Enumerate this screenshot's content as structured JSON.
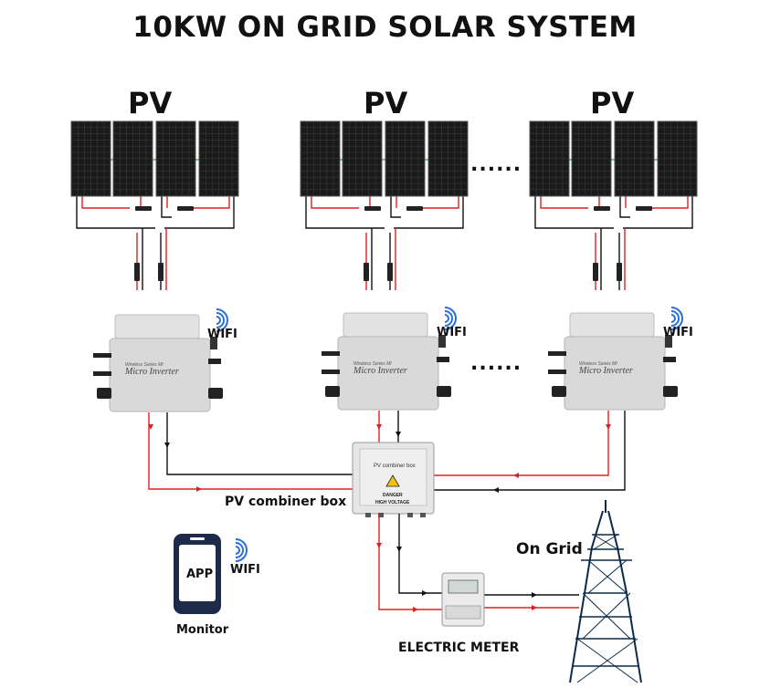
{
  "title": "10KW ON GRID SOLAR SYSTEM",
  "pv_groups": [
    {
      "label": "PV",
      "wifi_label": "WIFI",
      "inverter_text": "Micro Inverter",
      "inverter_subtext": "Wireless Series MI"
    },
    {
      "label": "PV",
      "wifi_label": "WIFI",
      "inverter_text": "Micro Inverter",
      "inverter_subtext": "Wireless Series MI"
    },
    {
      "label": "PV",
      "wifi_label": "WIFI",
      "inverter_text": "Micro Inverter",
      "inverter_subtext": "Wireless Series MI"
    }
  ],
  "ellipsis": "......",
  "combiner_box": {
    "label": "PV combiner box",
    "panel_title": "PV combiner box",
    "warning_line1": "DANGER",
    "warning_line2": "HIGH VOLTAGE"
  },
  "app": {
    "screen_text": "APP",
    "label": "Monitor",
    "wifi_label": "WIFI"
  },
  "grid": {
    "label": "On Grid"
  },
  "meter": {
    "label": "ELECTRIC METER"
  },
  "colors": {
    "positive_wire": "#e02020",
    "negative_wire": "#111111",
    "panel": "#1a1a1a",
    "inverter": "#d9d9d9",
    "app_frame": "#1e2a4a",
    "wifi": "#2a6fd6"
  },
  "icons": [
    "solar-panel-icon",
    "micro-inverter-icon",
    "wifi-icon",
    "combiner-box-icon",
    "phone-icon",
    "electric-meter-icon",
    "transmission-tower-icon",
    "warning-triangle-icon"
  ]
}
